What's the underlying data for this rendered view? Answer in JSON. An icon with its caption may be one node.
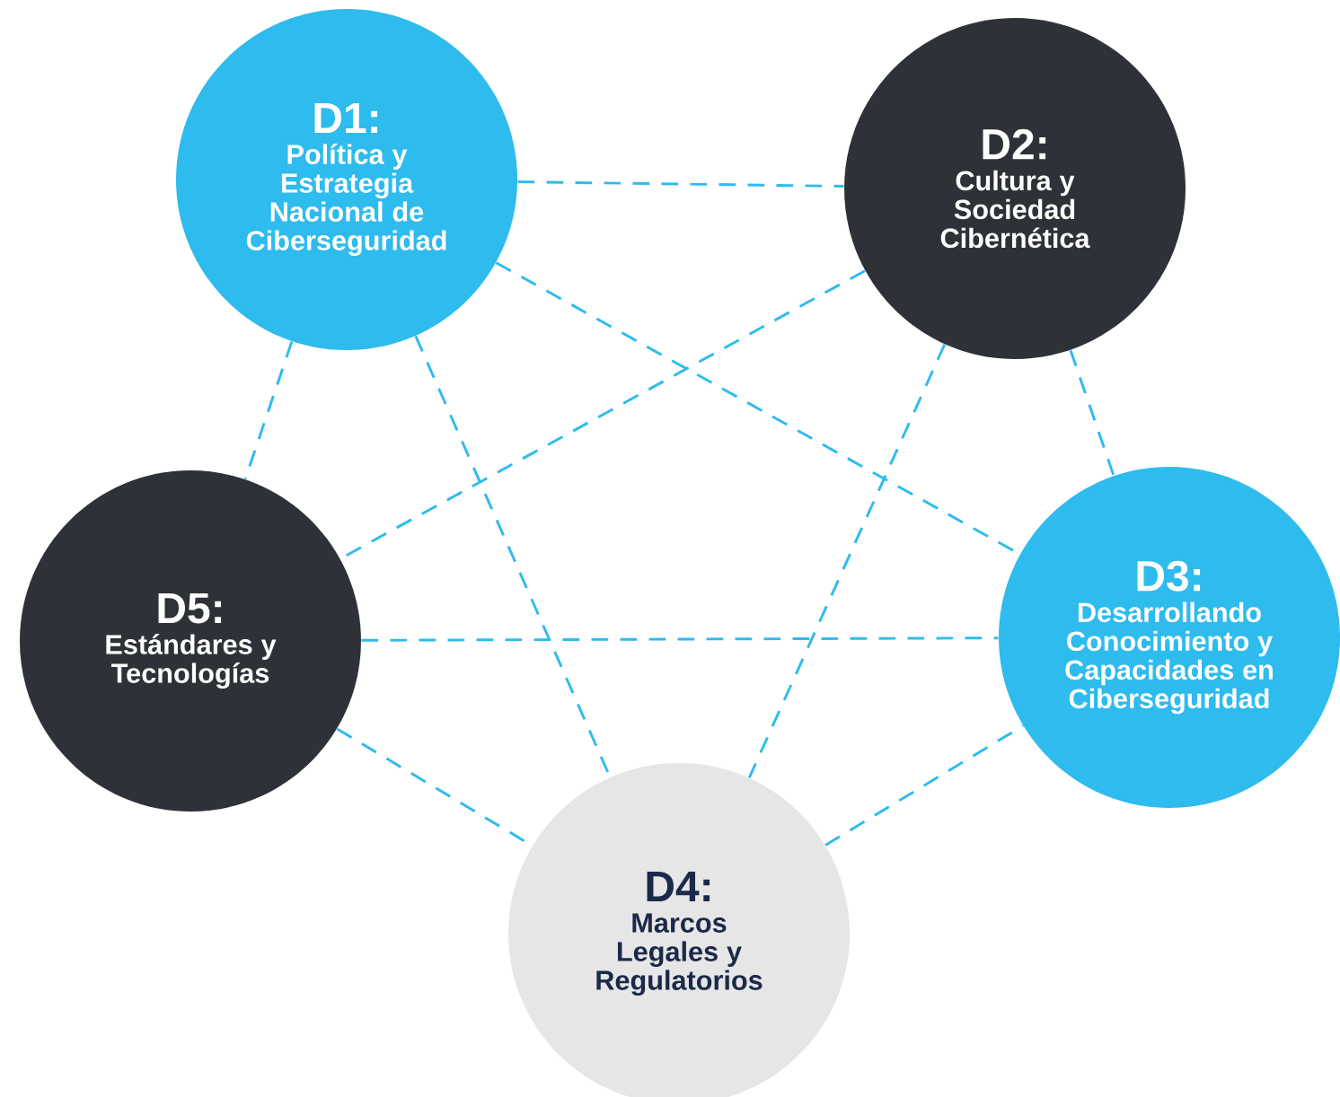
{
  "diagram": {
    "nodes": [
      {
        "text": [
          "D1:",
          "Política y Estrategia Nacional de Ciberseguridad"
        ]
      },
      {
        "text": [
          "D2:",
          "Cultura y Sociedad Cibernética"
        ]
      },
      {
        "text": [
          "D3:",
          "Desarrollando Conocimiento y Capacidades en Ciberseguridad"
        ]
      },
      {
        "text": [
          "D4:",
          "Marcos Legales y Regulatorios"
        ]
      },
      {
        "text": [
          "D5:",
          "Estándares y Tecnologías"
        ]
      }
    ],
    "edges": [
      {
        "from": 0,
        "to": 1,
        "arrow": "none",
        "style": "dashed"
      },
      {
        "from": 0,
        "to": 4,
        "arrow": "none",
        "style": "dashed"
      },
      {
        "from": 0,
        "to": 3,
        "arrow": "none",
        "style": "dashed"
      },
      {
        "from": 0,
        "to": 2,
        "arrow": "none",
        "style": "dashed"
      },
      {
        "from": 1,
        "to": 4,
        "arrow": "none",
        "style": "dashed"
      },
      {
        "from": 1,
        "to": 2,
        "arrow": "none",
        "style": "dashed"
      },
      {
        "from": 1,
        "to": 3,
        "arrow": "none",
        "style": "dashed"
      },
      {
        "from": 4,
        "to": 2,
        "arrow": "none",
        "style": "dashed"
      },
      {
        "from": 4,
        "to": 3,
        "arrow": "none",
        "style": "dashed"
      },
      {
        "from": 3,
        "to": 2,
        "arrow": "none",
        "style": "dashed"
      }
    ]
  }
}
